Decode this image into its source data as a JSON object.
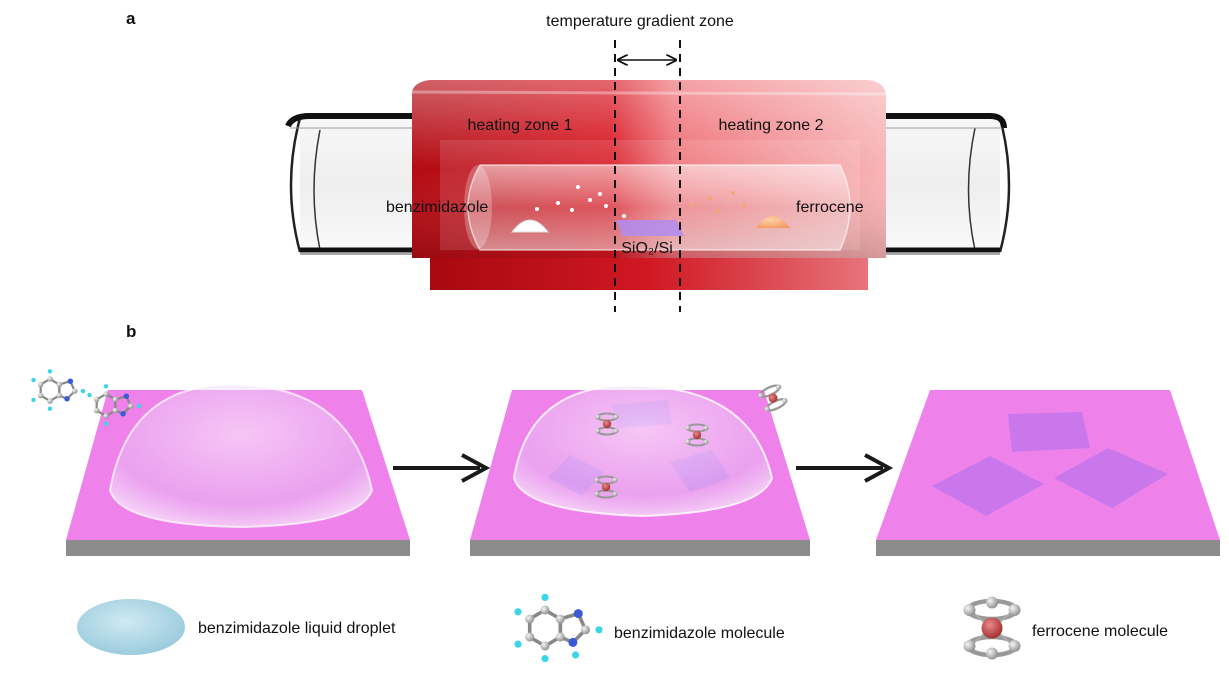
{
  "panel_a": {
    "label": "a",
    "gradient_zone": "temperature gradient zone",
    "heating_zone_1": "heating zone 1",
    "heating_zone_2": "heating zone 2",
    "source_left": "benzimidazole",
    "source_right": "ferrocene",
    "substrate": "SiO₂/Si"
  },
  "panel_b": {
    "label": "b"
  },
  "legend": {
    "droplet": "benzimidazole liquid droplet",
    "benz_molecule": "benzimidazole molecule",
    "ferrocene_molecule": "ferrocene molecule"
  },
  "colors": {
    "furnace_red": "#c8101a",
    "furnace_pink": "#f3a3a6",
    "substrate_pink": "#ee7fe9",
    "substrate_side": "#8a8a8a",
    "flake_purple": "#b870e8",
    "droplet_blue": "#a9d4e3",
    "arrow_black": "#1a1a1a"
  }
}
